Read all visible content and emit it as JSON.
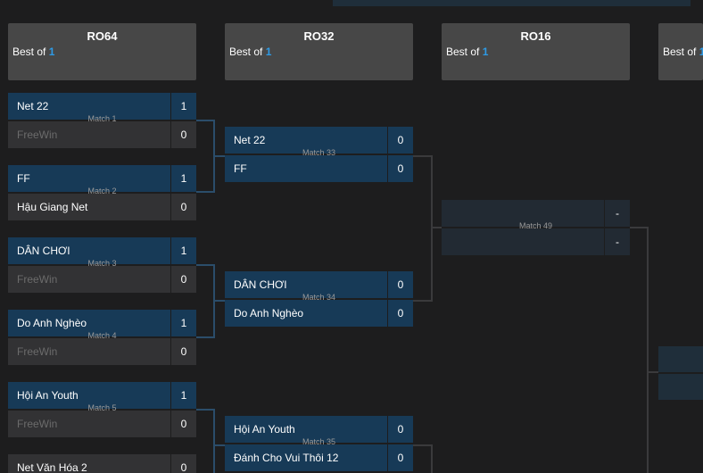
{
  "rounds": [
    {
      "name": "RO64",
      "best_of_label": "Best of",
      "best_of_value": "1"
    },
    {
      "name": "RO32",
      "best_of_label": "Best of",
      "best_of_value": "1"
    },
    {
      "name": "RO16",
      "best_of_label": "Best of",
      "best_of_value": "1"
    },
    {
      "name": "",
      "best_of_label": "Best of",
      "best_of_value": "1"
    }
  ],
  "matches": {
    "m1": {
      "label": "Match 1",
      "team1": "Net 22",
      "score1": "1",
      "team2": "FreeWin",
      "score2": "0"
    },
    "m2": {
      "label": "Match 2",
      "team1": "FF",
      "score1": "1",
      "team2": "Hậu Giang Net",
      "score2": "0"
    },
    "m3": {
      "label": "Match 3",
      "team1": "DÂN CHƠI",
      "score1": "1",
      "team2": "FreeWin",
      "score2": "0"
    },
    "m4": {
      "label": "Match 4",
      "team1": "Do Anh Nghèo",
      "score1": "1",
      "team2": "FreeWin",
      "score2": "0"
    },
    "m5": {
      "label": "Match 5",
      "team1": "Hội An Youth",
      "score1": "1",
      "team2": "FreeWin",
      "score2": "0"
    },
    "m6": {
      "label": "",
      "team1": "Net Văn Hóa 2",
      "score1": "0"
    },
    "m33": {
      "label": "Match 33",
      "team1": "Net 22",
      "score1": "0",
      "team2": "FF",
      "score2": "0"
    },
    "m34": {
      "label": "Match 34",
      "team1": "DÂN CHƠI",
      "score1": "0",
      "team2": "Do Anh Nghèo",
      "score2": "0"
    },
    "m35": {
      "label": "Match 35",
      "team1": "Hội An Youth",
      "score1": "0",
      "team2": "Đánh Cho Vui Thôi 12",
      "score2": "0"
    },
    "m49": {
      "label": "Match 49",
      "team1": "",
      "score1": "-",
      "team2": "",
      "score2": "-"
    }
  }
}
